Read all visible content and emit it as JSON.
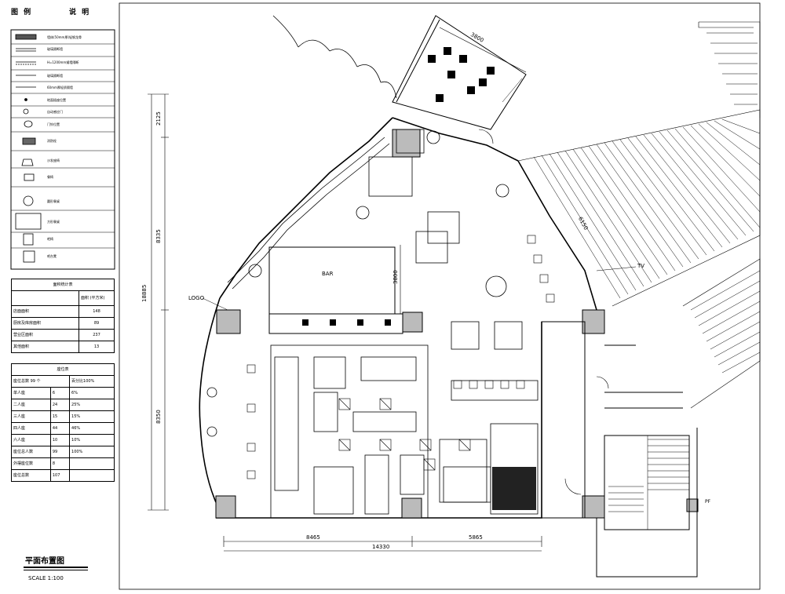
{
  "legend": {
    "title_left": "图 例",
    "title_right": "说 明"
  },
  "summary_table": {
    "header": "面积统计表",
    "col_value": "面积 (平方米)",
    "rows": [
      {
        "label": "店面面积",
        "value": "148"
      },
      {
        "label": "厨房及库房面积",
        "value": "89"
      },
      {
        "label": "营业区面积",
        "value": "237"
      },
      {
        "label": "其他面积",
        "value": "13"
      }
    ]
  },
  "seat_table": {
    "header": "座位表",
    "total_label": "座位总数 99 个",
    "total_pct": "百分比100%",
    "rows": [
      {
        "label": "单人座",
        "count": "6",
        "pct": "6%"
      },
      {
        "label": "二人座",
        "count": "24",
        "pct": "25%"
      },
      {
        "label": "三人座",
        "count": "15",
        "pct": "15%"
      },
      {
        "label": "四人座",
        "count": "44",
        "pct": "46%"
      },
      {
        "label": "六人座",
        "count": "10",
        "pct": "10%"
      },
      {
        "label": "座位总人数",
        "count": "99",
        "pct": "100%"
      },
      {
        "label": "外摆座位数",
        "count": "8",
        "pct": ""
      },
      {
        "label": "座位总数",
        "count": "107",
        "pct": ""
      }
    ]
  },
  "plan": {
    "title": "平面布置图",
    "scale": "SCALE 1:100",
    "bar_label": "BAR",
    "logo_label": "LOGO",
    "tv_label": "TV",
    "pf_label": "PF",
    "dims": {
      "left_total": "18885",
      "left_top": "2125",
      "left_mid": "8335",
      "left_bottom": "8350",
      "bottom_left": "8465",
      "bottom_total": "14330",
      "bottom_right": "5865",
      "top_terrace": "3800",
      "bar_depth": "3800",
      "right_long": "6150"
    }
  }
}
